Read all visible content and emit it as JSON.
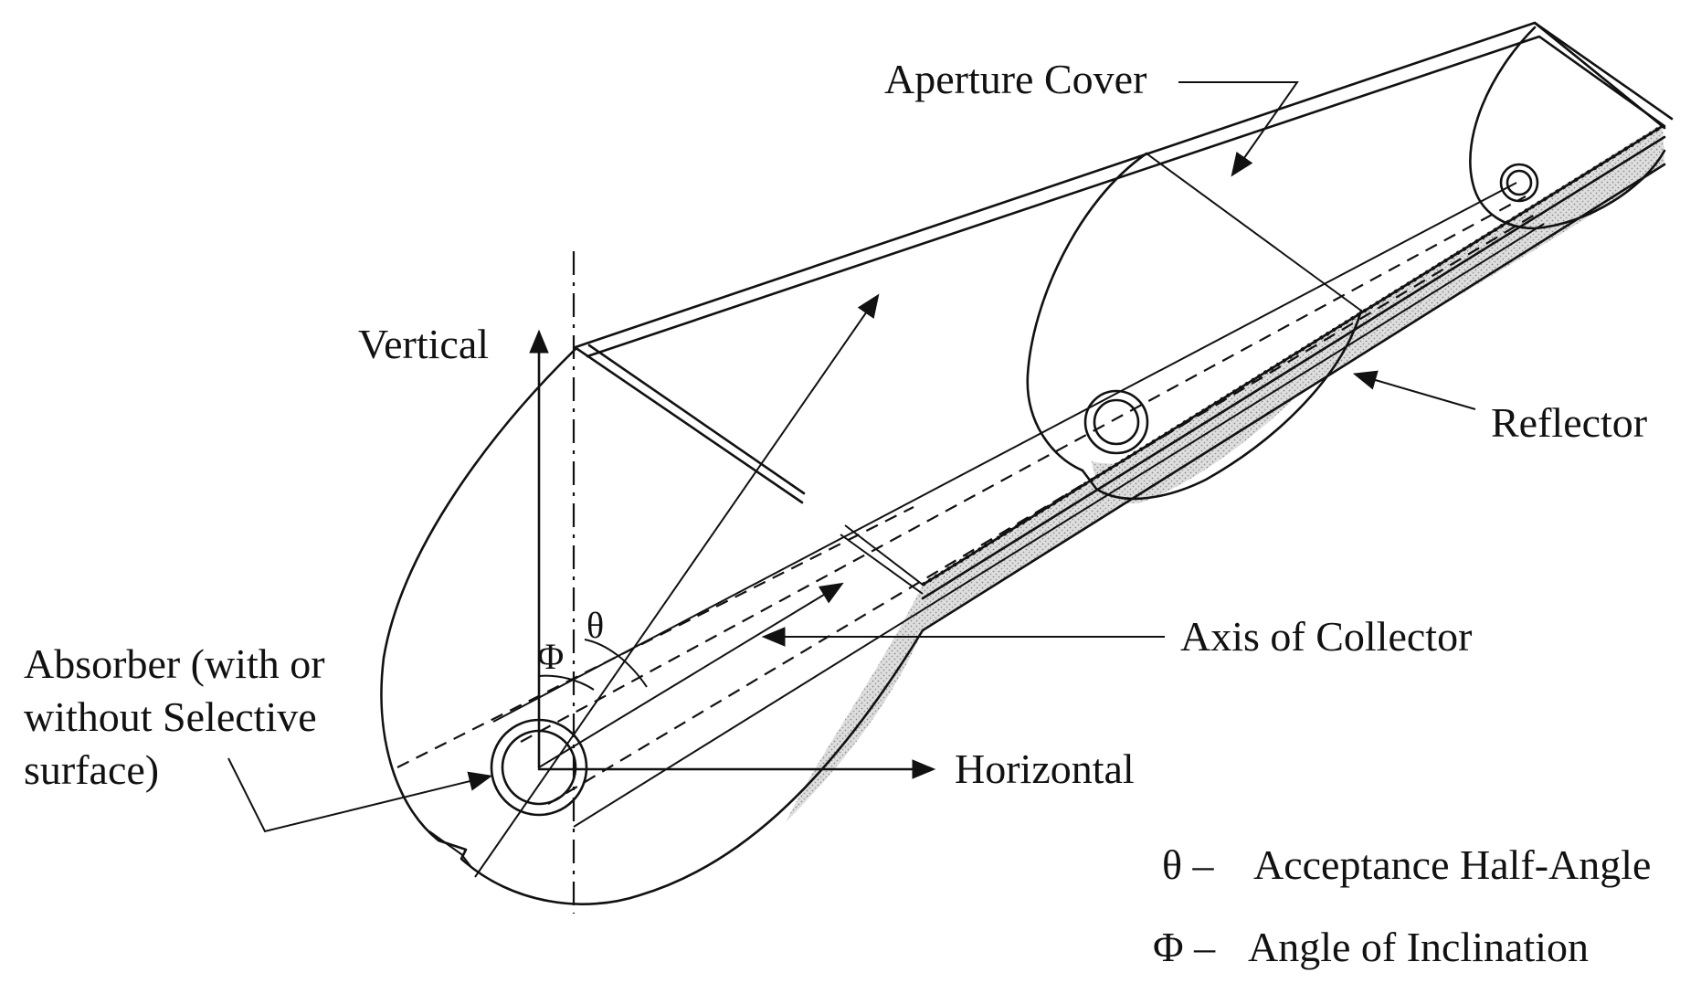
{
  "labels": {
    "aperture_cover": "Aperture Cover",
    "reflector": "Reflector",
    "vertical": "Vertical",
    "horizontal": "Horizontal",
    "axis_of_collector": "Axis of Collector",
    "theta": "θ",
    "phi": "Φ",
    "absorber_line1": "Absorber (with or",
    "absorber_line2": "without Selective",
    "absorber_line3": "surface)"
  },
  "legend": [
    {
      "symbol": "θ –",
      "text": "Acceptance Half-Angle"
    },
    {
      "symbol": "Φ –",
      "text": "Angle of Inclination"
    }
  ],
  "colors": {
    "ink": "#111111",
    "reflector_shade": "#cfcfcf",
    "background": "#ffffff"
  }
}
